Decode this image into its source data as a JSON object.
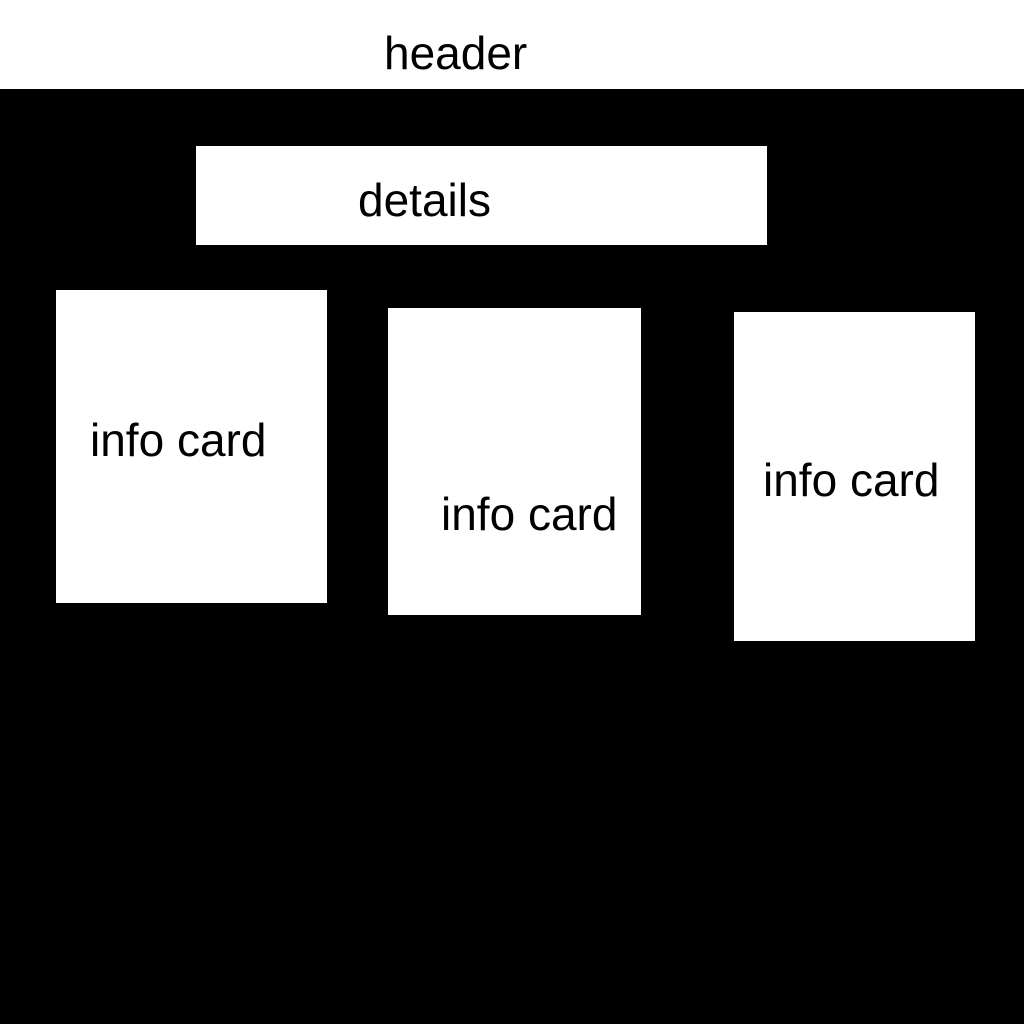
{
  "header": {
    "label": "header"
  },
  "details": {
    "label": "details"
  },
  "cards": [
    {
      "label": "info card"
    },
    {
      "label": "info card"
    },
    {
      "label": "info card"
    }
  ],
  "colors": {
    "background": "#000000",
    "surface": "#ffffff",
    "text": "#000000"
  }
}
